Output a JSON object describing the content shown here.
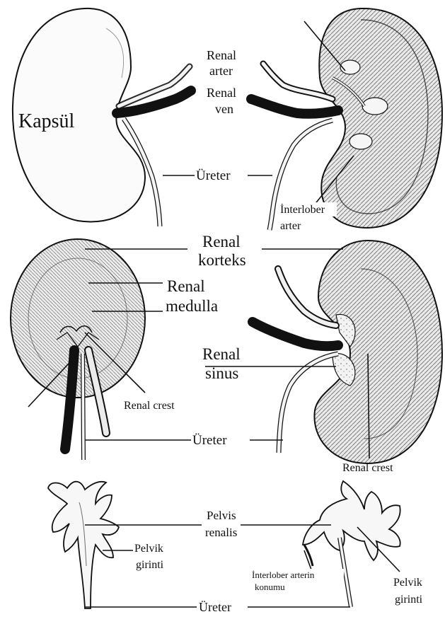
{
  "labels": {
    "kapsul": "Kapsül",
    "renal_arter_1": "Renal",
    "renal_arter_2": "arter",
    "renal_ven_1": "Renal",
    "renal_ven_2": "ven",
    "ureter_top": "Üreter",
    "interlober_arter_1": "İnterlober",
    "interlober_arter_2": "arter",
    "renal_korteks_1": "Renal",
    "renal_korteks_2": "korteks",
    "renal_medulla_1": "Renal",
    "renal_medulla_2": "medulla",
    "renal_sinus_1": "Renal",
    "renal_sinus_2": "sinus",
    "renal_crest_left": "Renal crest",
    "ureter_mid": "Üreter",
    "renal_crest_right": "Renal crest",
    "pelvis_renalis_1": "Pelvis",
    "pelvis_renalis_2": "renalis",
    "pelvik_girinti_left_1": "Pelvik",
    "pelvik_girinti_left_2": "girinti",
    "interlober_konumu_1": "İnterlober arterin",
    "interlober_konumu_2": "konumu",
    "pelvik_girinti_right_1": "Pelvik",
    "pelvik_girinti_right_2": "girinti",
    "ureter_bottom": "Üreter"
  },
  "colors": {
    "ink": "#111111",
    "tissue": "#d9d9d9",
    "background": "#ffffff"
  }
}
